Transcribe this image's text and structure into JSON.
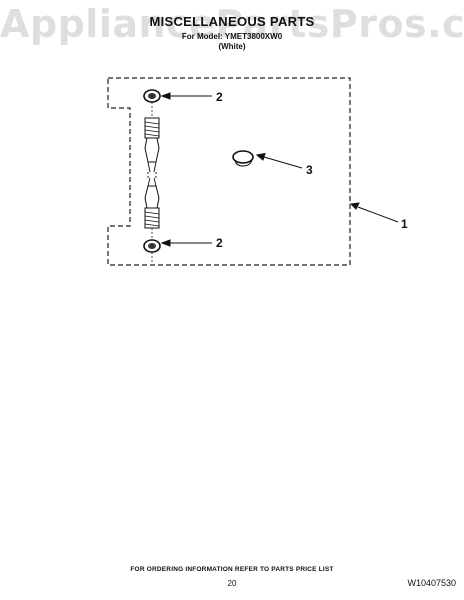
{
  "watermark": "AppliancePartsPros.com",
  "header": {
    "title": "MISCELLANEOUS PARTS",
    "model_line": "For Model: YMET3800XW0",
    "color_line": "(White)"
  },
  "callouts": {
    "top_washer": "2",
    "bottom_washer": "2",
    "clamp": "3",
    "assembly": "1"
  },
  "footer": {
    "ordering_note": "FOR ORDERING INFORMATION REFER TO PARTS PRICE LIST",
    "page_number": "20",
    "document_number": "W10407530"
  }
}
